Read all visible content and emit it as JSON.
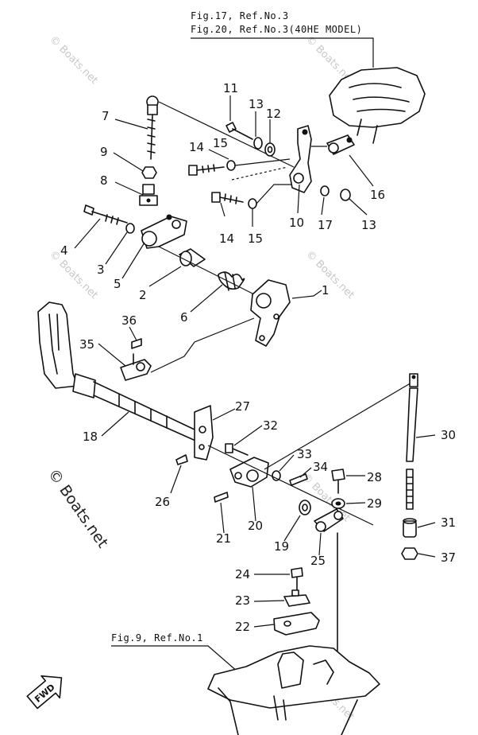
{
  "refs": {
    "ref1_line1": "Fig.17, Ref.No.3",
    "ref1_line2": "Fig.20, Ref.No.3(40HE MODEL)",
    "ref2": "Fig.9, Ref.No.1"
  },
  "watermark": "© Boats.net",
  "fwd_label": "FWD",
  "parts": [
    "1",
    "2",
    "3",
    "4",
    "5",
    "6",
    "7",
    "8",
    "9",
    "10",
    "11",
    "12",
    "13",
    "13",
    "14",
    "14",
    "15",
    "15",
    "16",
    "17",
    "18",
    "19",
    "20",
    "21",
    "22",
    "23",
    "24",
    "25",
    "26",
    "27",
    "28",
    "29",
    "30",
    "31",
    "32",
    "33",
    "34",
    "35",
    "36",
    "37"
  ]
}
